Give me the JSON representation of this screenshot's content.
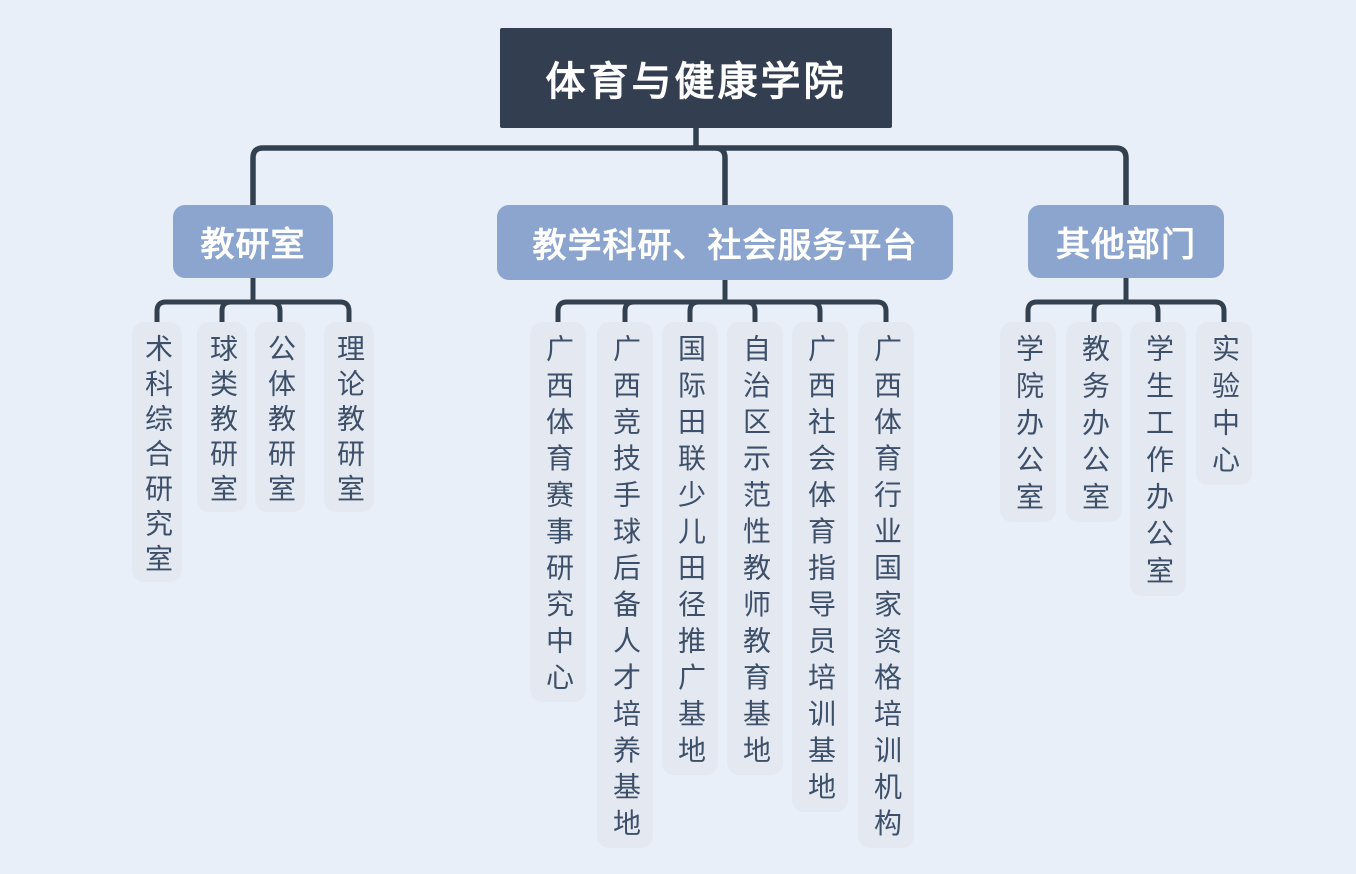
{
  "root": {
    "label": "体育与健康学院"
  },
  "groups": [
    {
      "label": "教研室",
      "children": [
        {
          "label": "术科综合研究室"
        },
        {
          "label": "球类教研室"
        },
        {
          "label": "公体教研室"
        },
        {
          "label": "理论教研室"
        }
      ]
    },
    {
      "label": "教学科研、社会服务平台",
      "children": [
        {
          "label": "广西体育赛事研究中心"
        },
        {
          "label": "广西竞技手球后备人才培养基地"
        },
        {
          "label": "国际田联少儿田径推广基地"
        },
        {
          "label": "自治区示范性教师教育基地"
        },
        {
          "label": "广西社会体育指导员培训基地"
        },
        {
          "label": "广西体育行业国家资格培训机构"
        }
      ]
    },
    {
      "label": "其他部门",
      "children": [
        {
          "label": "学院办公室"
        },
        {
          "label": "教务办公室"
        },
        {
          "label": "学生工作办公室"
        },
        {
          "label": "实验中心"
        }
      ]
    }
  ],
  "colors": {
    "page_bg": "#E9EFF8",
    "root_bg": "#333F50",
    "root_text": "#FFFFFF",
    "branch_bg": "#8CA5CE",
    "branch_text": "#FFFFFF",
    "leaf_bg": "#E4E9F1",
    "leaf_text": "#3E5069",
    "line": "#33404F"
  }
}
